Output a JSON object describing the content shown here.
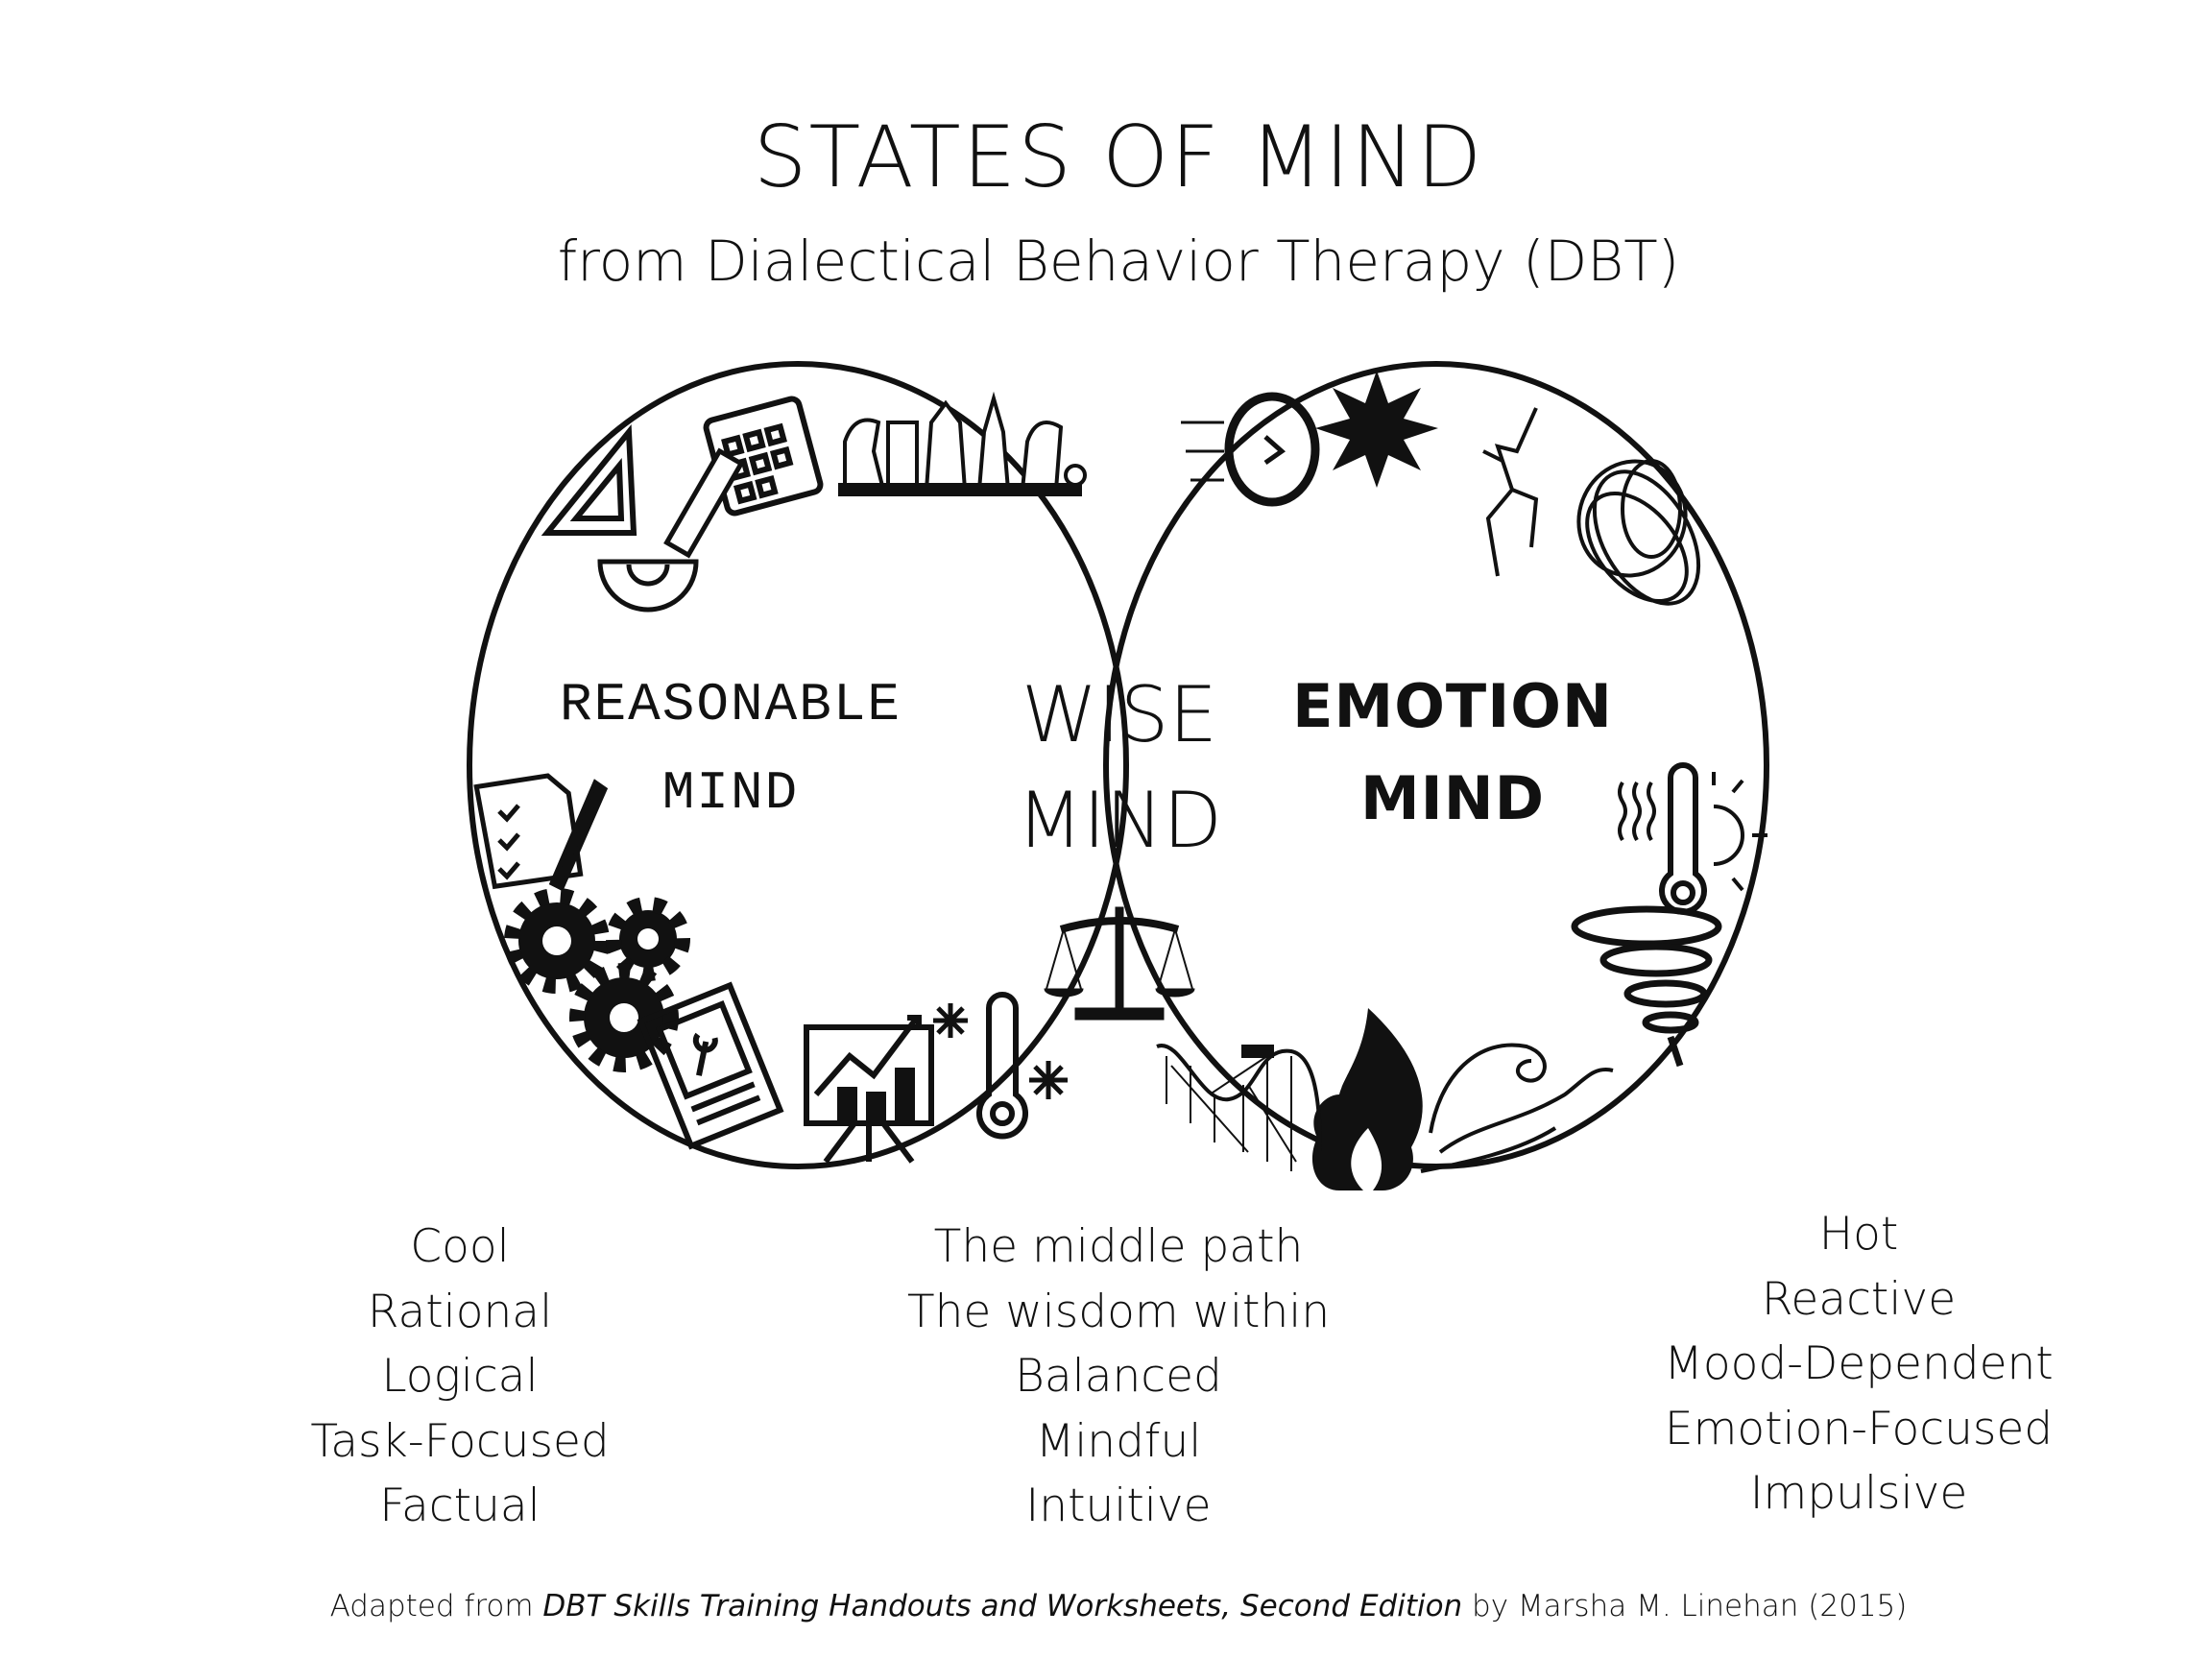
{
  "title": "STATES OF MIND",
  "subtitle": "from Dialectical Behavior Therapy (DBT)",
  "reasonable_mind": {
    "line1": "REASONABLE",
    "line2": "MIND",
    "traits": [
      "Cool",
      "Rational",
      "Logical",
      "Task-Focused",
      "Factual"
    ]
  },
  "wise_mind": {
    "line1": "WISE",
    "line2": "MIND",
    "traits": [
      "The middle path",
      "The wisdom within",
      "Balanced",
      "Mindful",
      "Intuitive"
    ]
  },
  "emotion_mind": {
    "line1": "EMOTION",
    "line2": "MIND",
    "traits": [
      "Hot",
      "Reactive",
      "Mood-Dependent",
      "Emotion-Focused",
      "Impulsive"
    ]
  },
  "footer": {
    "prefix": "Adapted from ",
    "book": "DBT Skills Training Handouts and Worksheets, Second Edition",
    "suffix": " by Marsha M. Linehan (2015)"
  },
  "icons": {
    "reasonable": [
      "calendar-icon",
      "chess-pieces-icon",
      "set-square-icon",
      "ruler-icon",
      "protractor-icon",
      "clipboard-pencil-icon",
      "gears-icon",
      "manual-book-icon",
      "chart-easel-icon",
      "snowflake-icon",
      "cold-thermometer-icon"
    ],
    "wise": [
      "balance-scale-icon"
    ],
    "emotion": [
      "clock-icon",
      "burst-icon",
      "lightning-icon",
      "scribble-icon",
      "hot-thermometer-icon",
      "sun-icon",
      "tornado-icon",
      "flame-icon",
      "wave-icon",
      "roller-coaster-icon"
    ]
  }
}
